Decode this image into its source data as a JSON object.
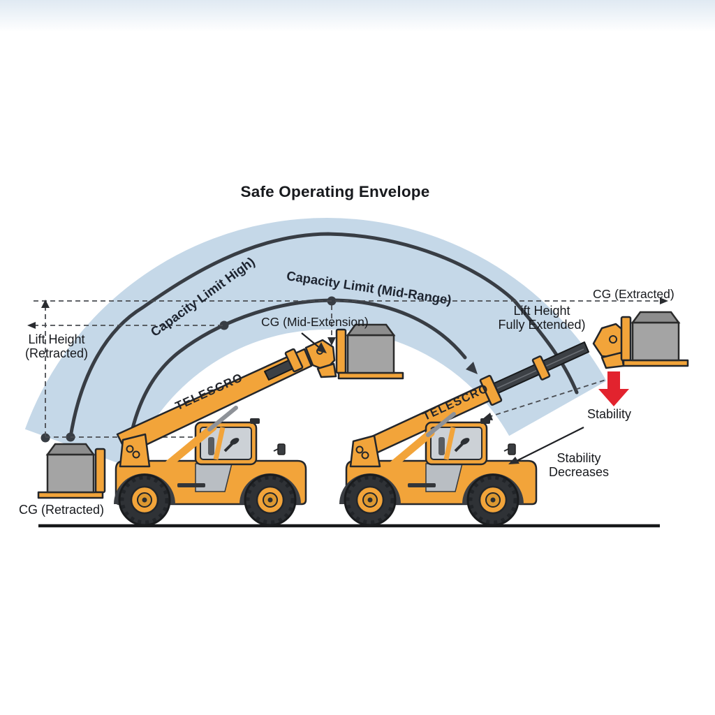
{
  "title": "Safe Operating Envelope",
  "labels": {
    "capacity_limit_high": "Capacity Limit High)",
    "capacity_limit_mid": "Capacity Limit (Mid-Range)",
    "cg_mid_extension": "CG (Mid-Extension)",
    "cg_extracted": "CG (Extracted)",
    "cg_retracted": "CG (Retracted)",
    "lift_height_retracted_1": "Lift Height",
    "lift_height_retracted_2": "(Retracted)",
    "lift_height_extended_1": "Lift Height",
    "lift_height_extended_2": "Fully Extended)",
    "stability": "Stability",
    "stability_decreases_1": "Stability",
    "stability_decreases_2": "Decreases"
  },
  "machines": [
    {
      "brand": "TELESCRO",
      "state": "mid-extension"
    },
    {
      "brand": "TELESCRO",
      "state": "fully-extended"
    }
  ],
  "colors": {
    "band": "#c5d8e8",
    "arc": "#383d44",
    "machine": "#f2a43a",
    "load": "#a4a4a4",
    "load_top": "#8d8d8d",
    "red": "#e2232e",
    "ink": "#17191d"
  }
}
